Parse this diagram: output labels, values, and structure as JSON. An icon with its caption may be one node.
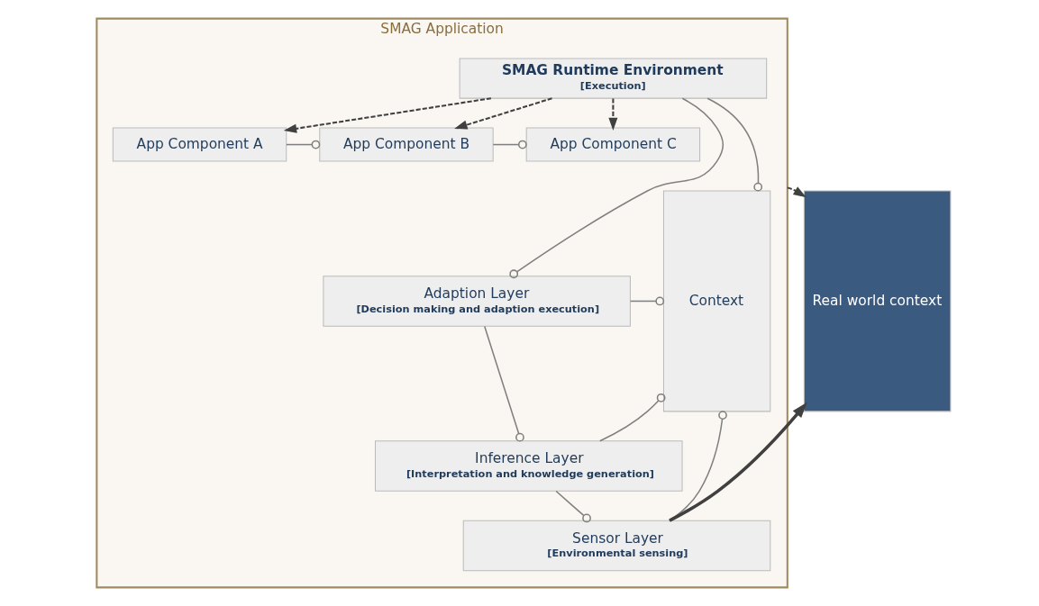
{
  "diagram": {
    "nodes": [
      {
        "text": [
          "SMAG Application"
        ]
      },
      {
        "text": [
          "App Component A"
        ],
        "in": 0
      },
      {
        "text": [
          "App Component B"
        ],
        "in": 0
      },
      {
        "text": [
          "App Component C"
        ],
        "in": 0
      },
      {
        "text": [
          "SMAG Runtime Environment",
          "[Execution]"
        ],
        "in": 0
      },
      {
        "text": [
          "Adaption Layer",
          "[Decision making and adaption execution]"
        ],
        "in": 0
      },
      {
        "text": [
          "Inference Layer",
          "[Interpretation and knowledge generation]"
        ],
        "in": 0
      },
      {
        "text": [
          "Sensor Layer",
          "[Environmental sensing]"
        ],
        "in": 0
      },
      {
        "text": [
          "Context"
        ],
        "in": 0
      },
      {
        "text": [
          "Real world context"
        ]
      }
    ],
    "edges": [
      {
        "from": 1,
        "to": 2,
        "arrow": "other"
      },
      {
        "from": 2,
        "to": 3,
        "arrow": "other"
      },
      {
        "from": 4,
        "to": 1,
        "arrow": "to",
        "style": "dashed",
        "color": "#404040"
      },
      {
        "from": 4,
        "to": 2,
        "arrow": "to",
        "style": "dashed",
        "color": "#404040"
      },
      {
        "from": 4,
        "to": 3,
        "arrow": "to",
        "style": "dashed",
        "color": "#404040"
      },
      {
        "from": 4,
        "to": 5,
        "arrow": "other"
      },
      {
        "from": 5,
        "to": 6,
        "arrow": "other"
      },
      {
        "from": 6,
        "to": 7,
        "arrow": "other"
      },
      {
        "from": 4,
        "to": 8,
        "arrow": "other"
      },
      {
        "from": 5,
        "to": 8,
        "arrow": "other"
      },
      {
        "from": 6,
        "to": 8,
        "arrow": "other"
      },
      {
        "from": 7,
        "to": 8,
        "arrow": "other"
      },
      {
        "from": 0,
        "to": 9,
        "arrow": "to",
        "style": "dashed",
        "color": "#404040"
      },
      {
        "from": 7,
        "to": 9,
        "arrow": "to",
        "style": "thick",
        "color": "#404040"
      }
    ]
  }
}
